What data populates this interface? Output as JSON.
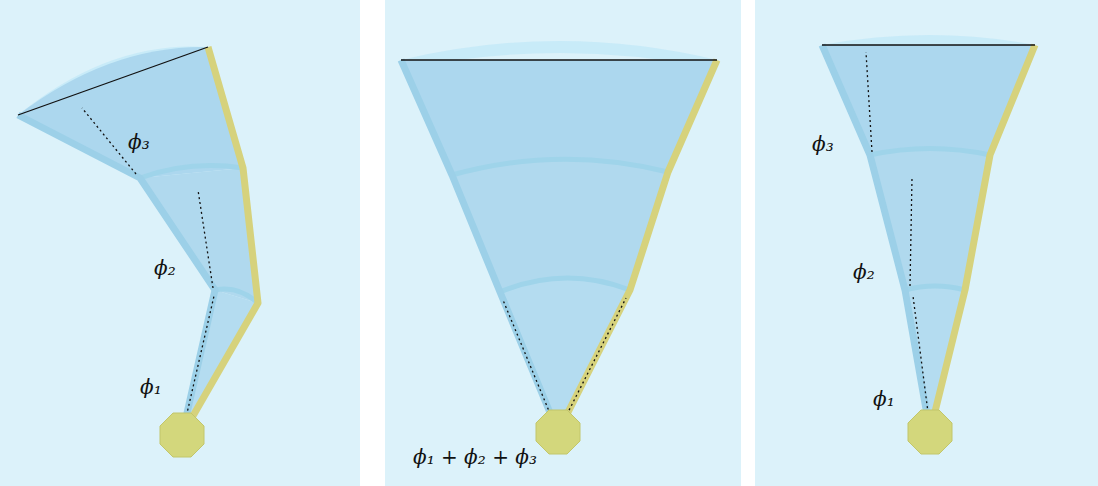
{
  "diagram": {
    "labels": [
      "ϕ₃",
      "ϕ₂",
      "ϕ₁",
      "ϕ₁ + ϕ₂ + ϕ₃",
      "ϕ₃",
      "ϕ₂",
      "ϕ₁"
    ]
  }
}
